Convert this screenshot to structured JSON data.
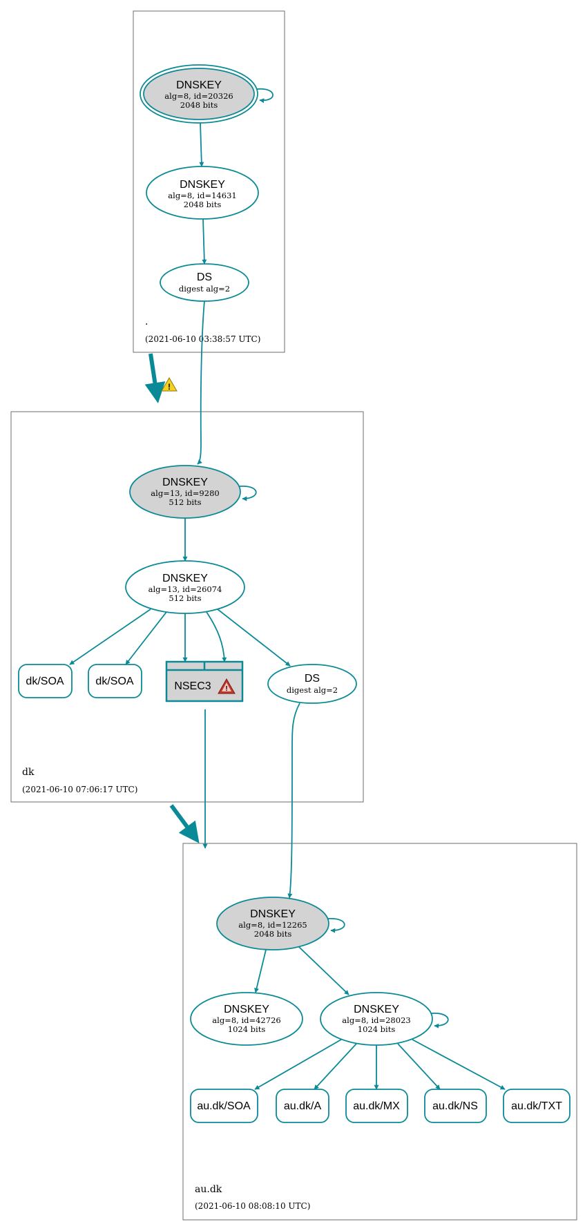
{
  "colors": {
    "accent": "#0a8a96",
    "node_fill_ksk": "#d3d3d3",
    "warning_yellow": "#f5d020",
    "error_red": "#c0392b"
  },
  "zones": {
    "root": {
      "name": ".",
      "timestamp": "(2021-06-10 03:38:57 UTC)"
    },
    "dk": {
      "name": "dk",
      "timestamp": "(2021-06-10 07:06:17 UTC)"
    },
    "audk": {
      "name": "au.dk",
      "timestamp": "(2021-06-10 08:08:10 UTC)"
    }
  },
  "nodes": {
    "root_ksk": {
      "title": "DNSKEY",
      "line1": "alg=8, id=20326",
      "line2": "2048 bits"
    },
    "root_zsk": {
      "title": "DNSKEY",
      "line1": "alg=8, id=14631",
      "line2": "2048 bits"
    },
    "root_ds": {
      "title": "DS",
      "line1": "digest alg=2"
    },
    "dk_ksk": {
      "title": "DNSKEY",
      "line1": "alg=13, id=9280",
      "line2": "512 bits"
    },
    "dk_zsk": {
      "title": "DNSKEY",
      "line1": "alg=13, id=26074",
      "line2": "512 bits"
    },
    "dk_soa1": {
      "label": "dk/SOA"
    },
    "dk_soa2": {
      "label": "dk/SOA"
    },
    "dk_nsec3": {
      "label": "NSEC3"
    },
    "dk_ds": {
      "title": "DS",
      "line1": "digest alg=2"
    },
    "audk_ksk": {
      "title": "DNSKEY",
      "line1": "alg=8, id=12265",
      "line2": "2048 bits"
    },
    "audk_zsk1": {
      "title": "DNSKEY",
      "line1": "alg=8, id=42726",
      "line2": "1024 bits"
    },
    "audk_zsk2": {
      "title": "DNSKEY",
      "line1": "alg=8, id=28023",
      "line2": "1024 bits"
    },
    "audk_soa": {
      "label": "au.dk/SOA"
    },
    "audk_a": {
      "label": "au.dk/A"
    },
    "audk_mx": {
      "label": "au.dk/MX"
    },
    "audk_ns": {
      "label": "au.dk/NS"
    },
    "audk_txt": {
      "label": "au.dk/TXT"
    }
  }
}
